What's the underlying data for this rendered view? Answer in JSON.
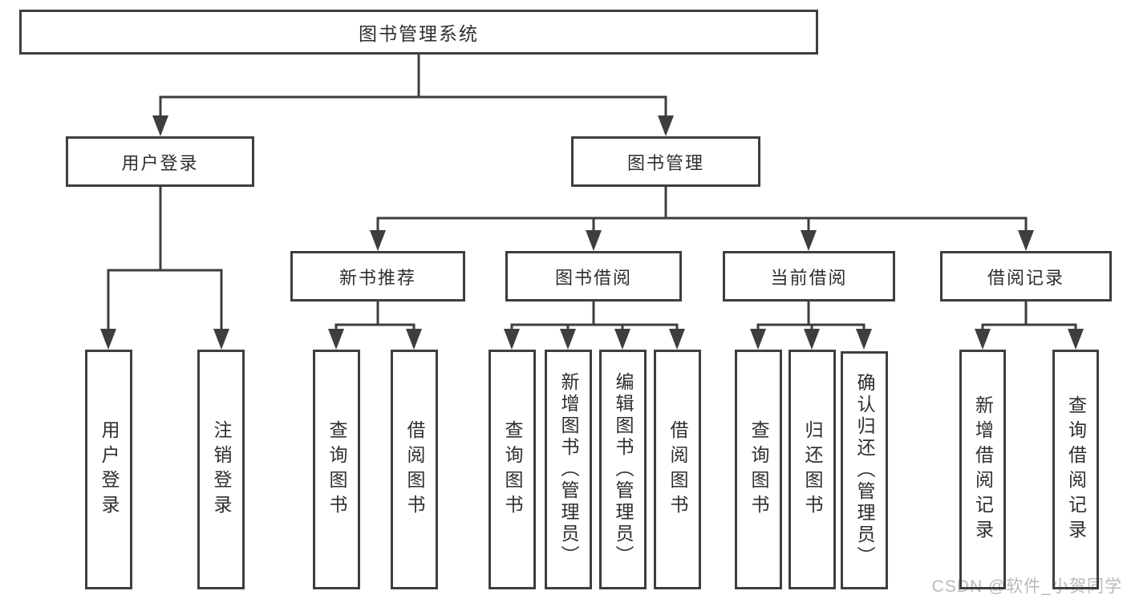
{
  "diagram": {
    "root": {
      "label": "图书管理系统"
    },
    "branches": [
      {
        "label": "用户登录",
        "children": [
          {
            "label": "用户登录"
          },
          {
            "label": "注销登录"
          }
        ]
      },
      {
        "label": "图书管理",
        "children": [
          {
            "label": "新书推荐",
            "children": [
              {
                "label": "查询图书"
              },
              {
                "label": "借阅图书"
              }
            ]
          },
          {
            "label": "图书借阅",
            "children": [
              {
                "label": "查询图书"
              },
              {
                "label": "新增图书（管理员）"
              },
              {
                "label": "编辑图书（管理员）"
              },
              {
                "label": "借阅图书"
              }
            ]
          },
          {
            "label": "当前借阅",
            "children": [
              {
                "label": "查询图书"
              },
              {
                "label": "归还图书"
              },
              {
                "label": "确认归还（管理员）"
              }
            ]
          },
          {
            "label": "借阅记录",
            "children": [
              {
                "label": "新增借阅记录"
              },
              {
                "label": "查询借阅记录"
              }
            ]
          }
        ]
      }
    ]
  },
  "watermark": {
    "text": "CSDN @软件_小贺同学"
  },
  "colors": {
    "line": "#3e3e3e",
    "text": "#2e2e2e",
    "box_fill": "#ffffff",
    "watermark": "#b9b9b9"
  }
}
